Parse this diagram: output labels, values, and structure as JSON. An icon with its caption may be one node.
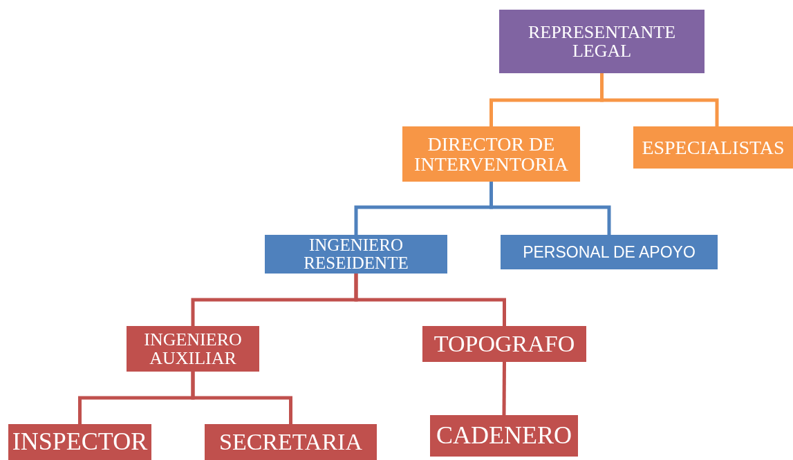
{
  "diagram": {
    "nodes": [
      {
        "text": [
          "REPRESENTANTE LEGAL"
        ]
      },
      {
        "text": [
          "DIRECTOR DE INTERVENTORIA"
        ]
      },
      {
        "text": [
          "ESPECIALISTAS"
        ]
      },
      {
        "text": [
          "INGENIERO RESEIDENTE"
        ]
      },
      {
        "text": [
          "PERSONAL DE APOYO"
        ]
      },
      {
        "text": [
          "INGENIERO AUXILIAR"
        ]
      },
      {
        "text": [
          "TOPOGRAFO"
        ]
      },
      {
        "text": [
          "INSPECTOR"
        ]
      },
      {
        "text": [
          "SECRETARIA"
        ]
      },
      {
        "text": [
          "CADENERO"
        ]
      }
    ],
    "edges": [
      {
        "from": 0,
        "to": 1,
        "arrow": "none",
        "color": "#f79646"
      },
      {
        "from": 0,
        "to": 2,
        "arrow": "none",
        "color": "#f79646"
      },
      {
        "from": 1,
        "to": 3,
        "arrow": "none",
        "color": "#4f81bd"
      },
      {
        "from": 1,
        "to": 4,
        "arrow": "none",
        "color": "#4f81bd"
      },
      {
        "from": 3,
        "to": 5,
        "arrow": "none"
      },
      {
        "from": 3,
        "to": 6,
        "arrow": "none"
      },
      {
        "from": 5,
        "to": 7,
        "arrow": "none"
      },
      {
        "from": 5,
        "to": 8,
        "arrow": "none"
      },
      {
        "from": 6,
        "to": 9,
        "arrow": "none"
      }
    ]
  }
}
